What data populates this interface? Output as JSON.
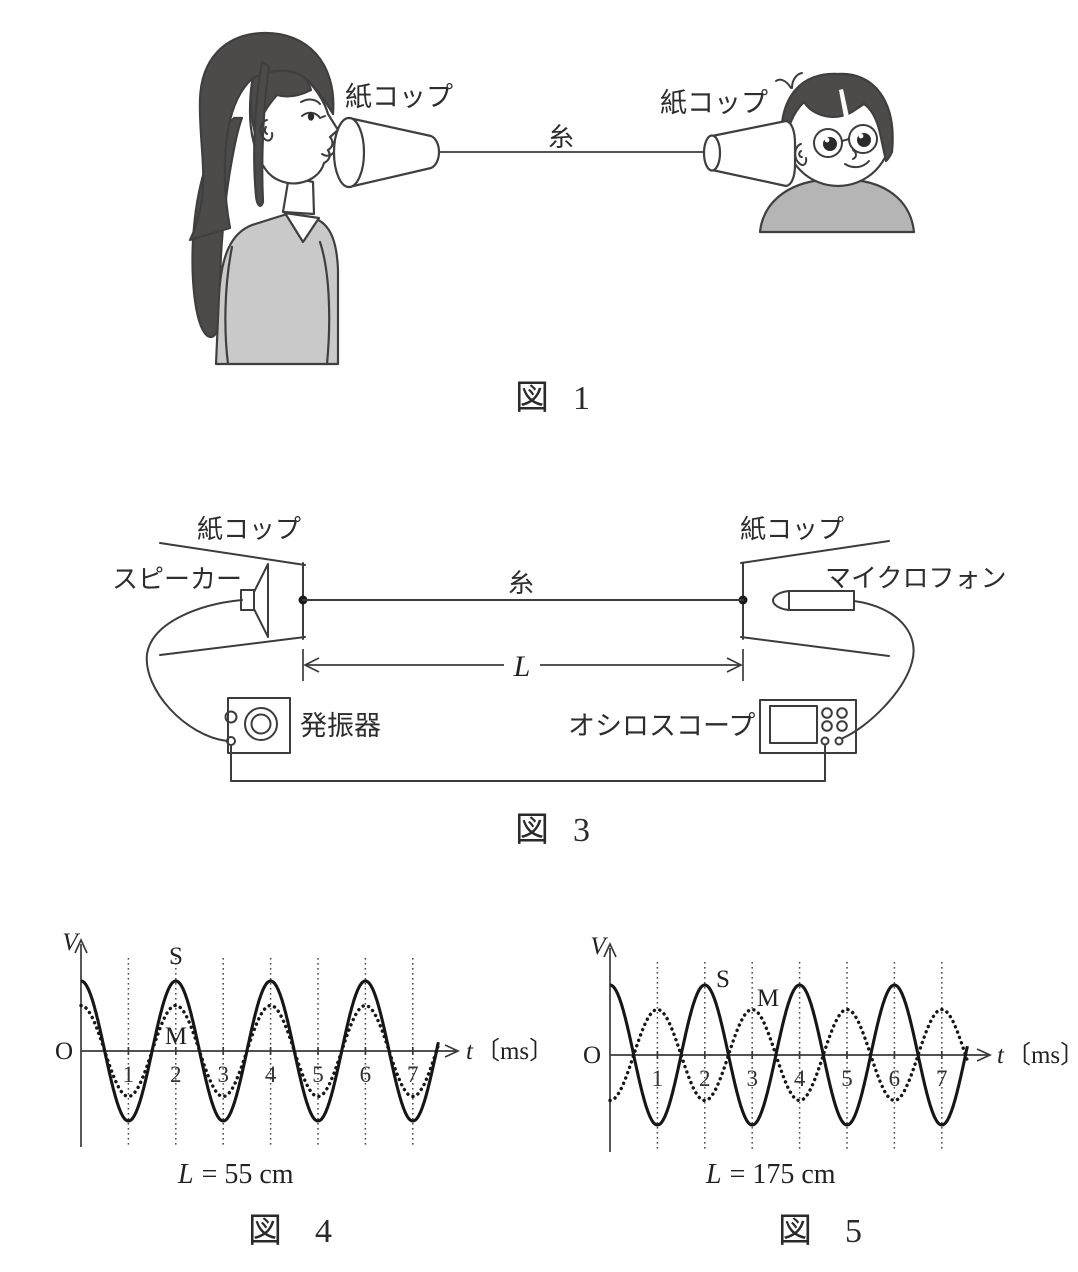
{
  "document": {
    "background": "#ffffff",
    "ink": "#2d2d2d",
    "hair_color": "#4d4a4a",
    "jacket_color": "#c9c9c9",
    "shirt_color": "#b5b5b5",
    "instrument_color": "#d7d7d7",
    "screen_color": "#261e18"
  },
  "figure1": {
    "caption_fig": "図",
    "caption_num": "1",
    "cup_left_label": "紙コップ",
    "cup_right_label": "紙コップ",
    "string_label": "糸"
  },
  "figure3": {
    "caption_fig": "図",
    "caption_num": "3",
    "cup_left_label": "紙コップ",
    "cup_right_label": "紙コップ",
    "string_label": "糸",
    "speaker_label": "スピーカー",
    "microphone_label": "マイクロフォン",
    "oscillator_label": "発振器",
    "oscilloscope_label": "オシロスコープ",
    "length_label": "L"
  },
  "figure4": {
    "caption_fig": "図",
    "caption_num": "4",
    "v_axis_label": "V",
    "origin_label": "O",
    "t_var": "t",
    "t_unit": "〔ms〕",
    "series_s_label": "S",
    "series_m_label": "M",
    "length_label": "L",
    "length_value": "= 55 cm"
  },
  "figure5": {
    "caption_fig": "図",
    "caption_num": "5",
    "v_axis_label": "V",
    "origin_label": "O",
    "t_var": "t",
    "t_unit": "〔ms〕",
    "series_s_label": "S",
    "series_m_label": "M",
    "length_label": "L",
    "length_value": "= 175 cm"
  },
  "chart_data": [
    {
      "id": "figure4",
      "type": "line",
      "title": "図 4",
      "xlabel": "t〔ms〕",
      "ylabel": "V",
      "x_ticks": [
        1,
        2,
        3,
        4,
        5,
        6,
        7
      ],
      "x_range_ms": [
        0,
        7.55
      ],
      "y_numeric_labels": "none",
      "grid": "dotted vertical lines at each integer t",
      "annotation": "L = 55 cm",
      "series": [
        {
          "name": "S",
          "style": "solid",
          "shape": "cosine",
          "relative_amplitude": 1.0,
          "period_ms": 2,
          "phase_deg": 0,
          "description": "speaker signal: maxima at t = 0,2,4,6 ms, minima at t = 1,3,5,7 ms"
        },
        {
          "name": "M",
          "style": "dotted",
          "shape": "cosine",
          "relative_amplitude": 0.65,
          "period_ms": 2,
          "phase_deg": 0,
          "description": "microphone signal, in phase with S, smaller amplitude"
        }
      ]
    },
    {
      "id": "figure5",
      "type": "line",
      "title": "図 5",
      "xlabel": "t〔ms〕",
      "ylabel": "V",
      "x_ticks": [
        1,
        2,
        3,
        4,
        5,
        6,
        7
      ],
      "x_range_ms": [
        0,
        7.55
      ],
      "y_numeric_labels": "none",
      "grid": "dotted vertical lines at each integer t",
      "annotation": "L = 175 cm",
      "series": [
        {
          "name": "S",
          "style": "solid",
          "shape": "cosine",
          "relative_amplitude": 1.0,
          "period_ms": 2,
          "phase_deg": 0,
          "description": "speaker signal: maxima at t = 0,2,4,6 ms"
        },
        {
          "name": "M",
          "style": "dotted",
          "shape": "cosine",
          "relative_amplitude": 0.65,
          "period_ms": 2,
          "phase_deg": 180,
          "description": "microphone signal, antiphase with S (maxima at t = 1,3,5,7 ms)"
        }
      ]
    }
  ]
}
